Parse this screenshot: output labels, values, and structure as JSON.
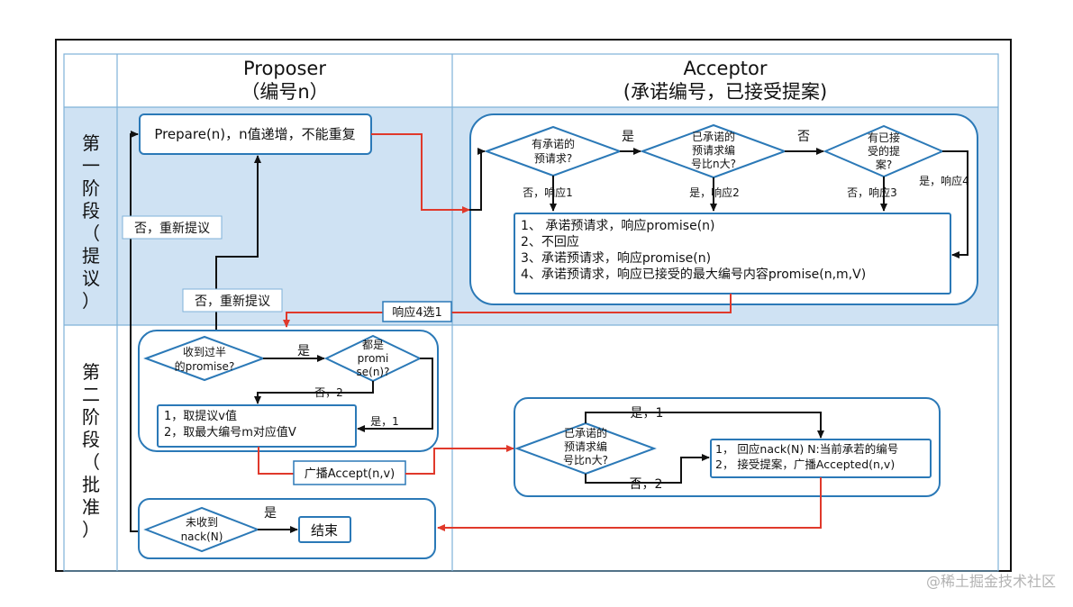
{
  "headers": {
    "proposer_line1": "Proposer",
    "proposer_line2": "（编号n）",
    "acceptor_line1": "Acceptor",
    "acceptor_line2": "(承诺编号，已接受提案)"
  },
  "phases": {
    "phase1": [
      "第",
      "一",
      "阶",
      "段",
      "（",
      "提",
      "议",
      "）"
    ],
    "phase2": [
      "第",
      "二",
      "阶",
      "段",
      "（",
      "批",
      "准",
      "）"
    ]
  },
  "phase1": {
    "prepare_box": "Prepare(n)，n值递增，不能重复",
    "retry_label_top": "否，重新提议",
    "retry_label_bottom": "否，重新提议",
    "d1_lines": [
      "有承诺的",
      "预请求?"
    ],
    "d1_yes": "是",
    "d2_lines": [
      "已承诺的",
      "预请求编",
      "号比n大?"
    ],
    "d2_no": "否",
    "d3_lines": [
      "有已接",
      "受的提",
      "案?"
    ],
    "resp1": "否，响应1",
    "resp2": "是，响应2",
    "resp3": "否，响应3",
    "resp4": "是，响应4",
    "responses": [
      "1、 承诺预请求，响应promise(n)",
      "2、不回应",
      "3、承诺预请求，响应promise(n)",
      "4、承诺预请求，响应已接受的最大编号内容promise(n,m,V)"
    ],
    "choose_label": "响应4选1"
  },
  "phase2": {
    "d_half_lines": [
      "收到过半",
      "的promise?"
    ],
    "d_half_yes": "是",
    "d_all_lines": [
      "都是",
      "promi",
      "se(n)?"
    ],
    "no2": "否，2",
    "yes1": "是，1",
    "take_lines": [
      "1，取提议v值",
      "2，取最大编号m对应值V"
    ],
    "broadcast": "广播Accept(n,v)",
    "d_acc_lines": [
      "已承诺的",
      "预请求编",
      "号比n大?"
    ],
    "acc_yes": "是，1",
    "acc_no": "否，2",
    "acc_lines": [
      "1，  回应nack(N) N:当前承若的编号",
      "2，  接受提案，广播Accepted(n,v)"
    ],
    "d_nack_lines": [
      "未收到",
      "nack(N)"
    ],
    "nack_yes": "是",
    "end": "结束"
  },
  "watermark": "@稀土掘金技术社区",
  "colors": {
    "phase1_band": "#cfe2f3",
    "box_border": "#2b79b7",
    "red_arrow": "#e0392b",
    "black_arrow": "#111111"
  }
}
